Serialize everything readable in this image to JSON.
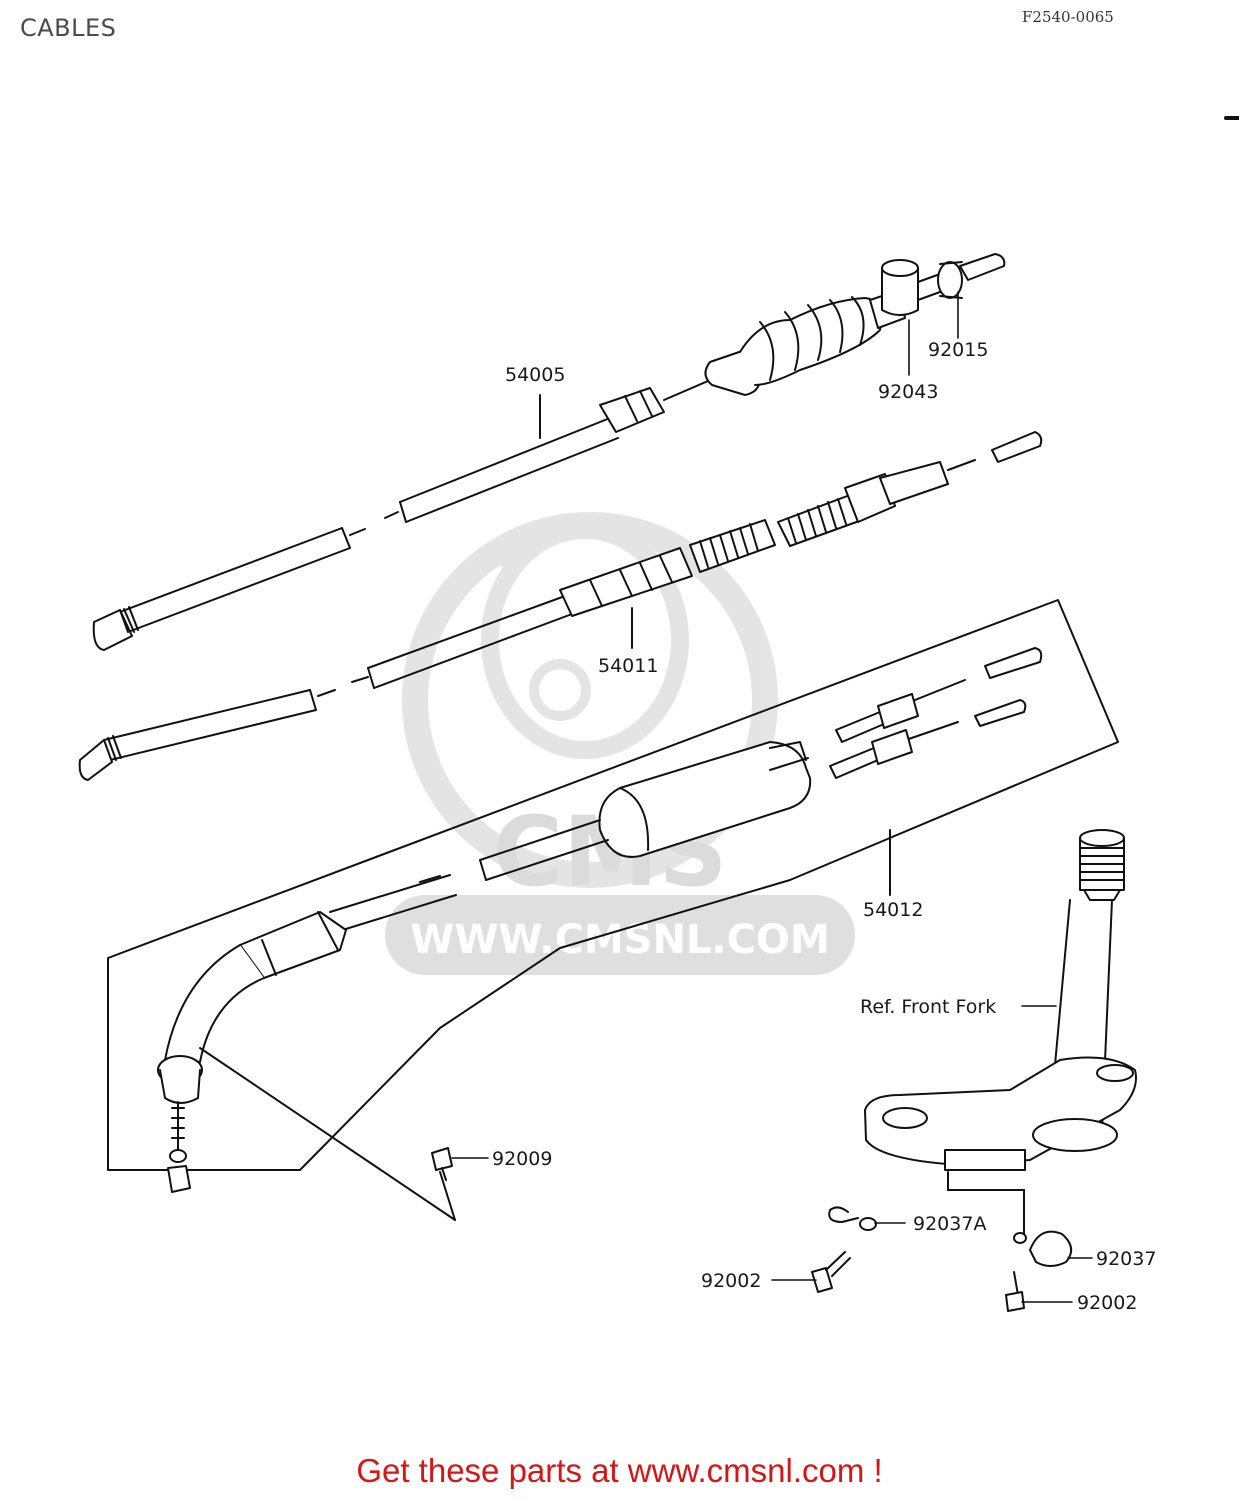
{
  "header": {
    "title": "CABLES",
    "figure_code": "F2540-0065"
  },
  "watermark": {
    "logo_text": "CMS",
    "url_text": "WWW.CMSNL.COM"
  },
  "callouts": {
    "c54005": "54005",
    "c92015": "92015",
    "c92043": "92043",
    "c54011": "54011",
    "c54012": "54012",
    "ref_front_fork": "Ref. Front Fork",
    "c92009": "92009",
    "c92037A": "92037A",
    "c92037": "92037",
    "c92002_left": "92002",
    "c92002_right": "92002"
  },
  "footer": {
    "link_text": "Get these parts at www.cmsnl.com !"
  },
  "colors": {
    "line": "#111111",
    "watermark": "#d8d8d8",
    "footer": "#d41616"
  }
}
